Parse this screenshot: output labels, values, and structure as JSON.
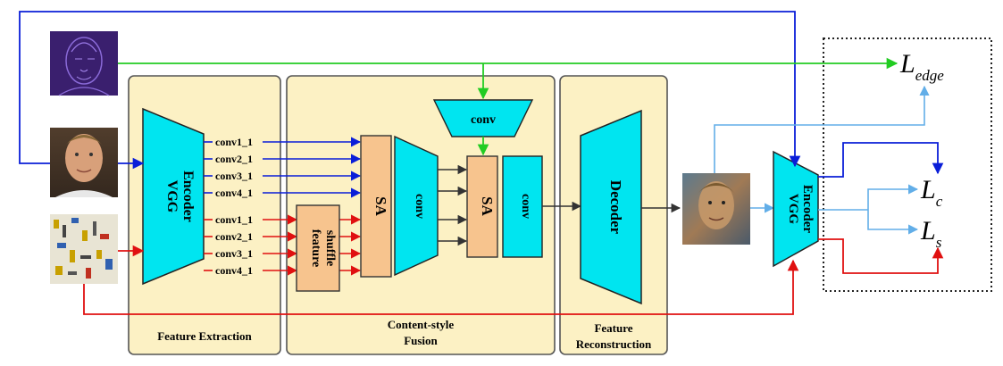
{
  "stages": {
    "extraction": "Feature Extraction",
    "fusion_line1": "Content-style",
    "fusion_line2": "Fusion",
    "reconstruction_line1": "Feature",
    "reconstruction_line2": "Reconstruction"
  },
  "encoder_left": {
    "line1": "VGG",
    "line2": "Encoder"
  },
  "encoder_right": {
    "line1": "VGG",
    "line2": "Encoder"
  },
  "content_features": [
    "conv1_1",
    "conv2_1",
    "conv3_1",
    "conv4_1"
  ],
  "style_features": [
    "conv1_1",
    "conv2_1",
    "conv3_1",
    "conv4_1"
  ],
  "feature_shuffle": {
    "line1": "feature",
    "line2": "shuffle"
  },
  "sa_label": "SA",
  "conv_label": "conv",
  "decoder_label": "Decoder",
  "losses": {
    "edge": {
      "main": "L",
      "sub": "edge"
    },
    "content": {
      "main": "L",
      "sub": "c"
    },
    "style": {
      "main": "L",
      "sub": "s"
    }
  },
  "colors": {
    "blue": "#0a1ed8",
    "red": "#e01010",
    "green": "#22cc22",
    "light_blue": "#62aee8",
    "cyan": "#00e5f0",
    "orange": "#f7c48e",
    "panel": "#fcf1c4"
  },
  "images": [
    "content-face-image",
    "edge-map-image",
    "style-painting-image",
    "stylized-output-image"
  ]
}
